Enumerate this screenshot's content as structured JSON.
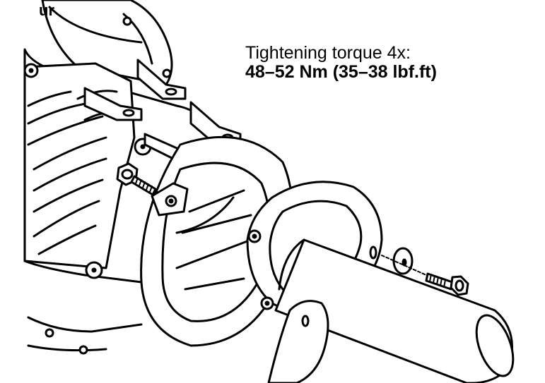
{
  "annotation": {
    "line1": "Tightening torque 4x:",
    "line2": "48–52 Nm (35–38 lbf.ft)"
  },
  "partial_label": "ur"
}
